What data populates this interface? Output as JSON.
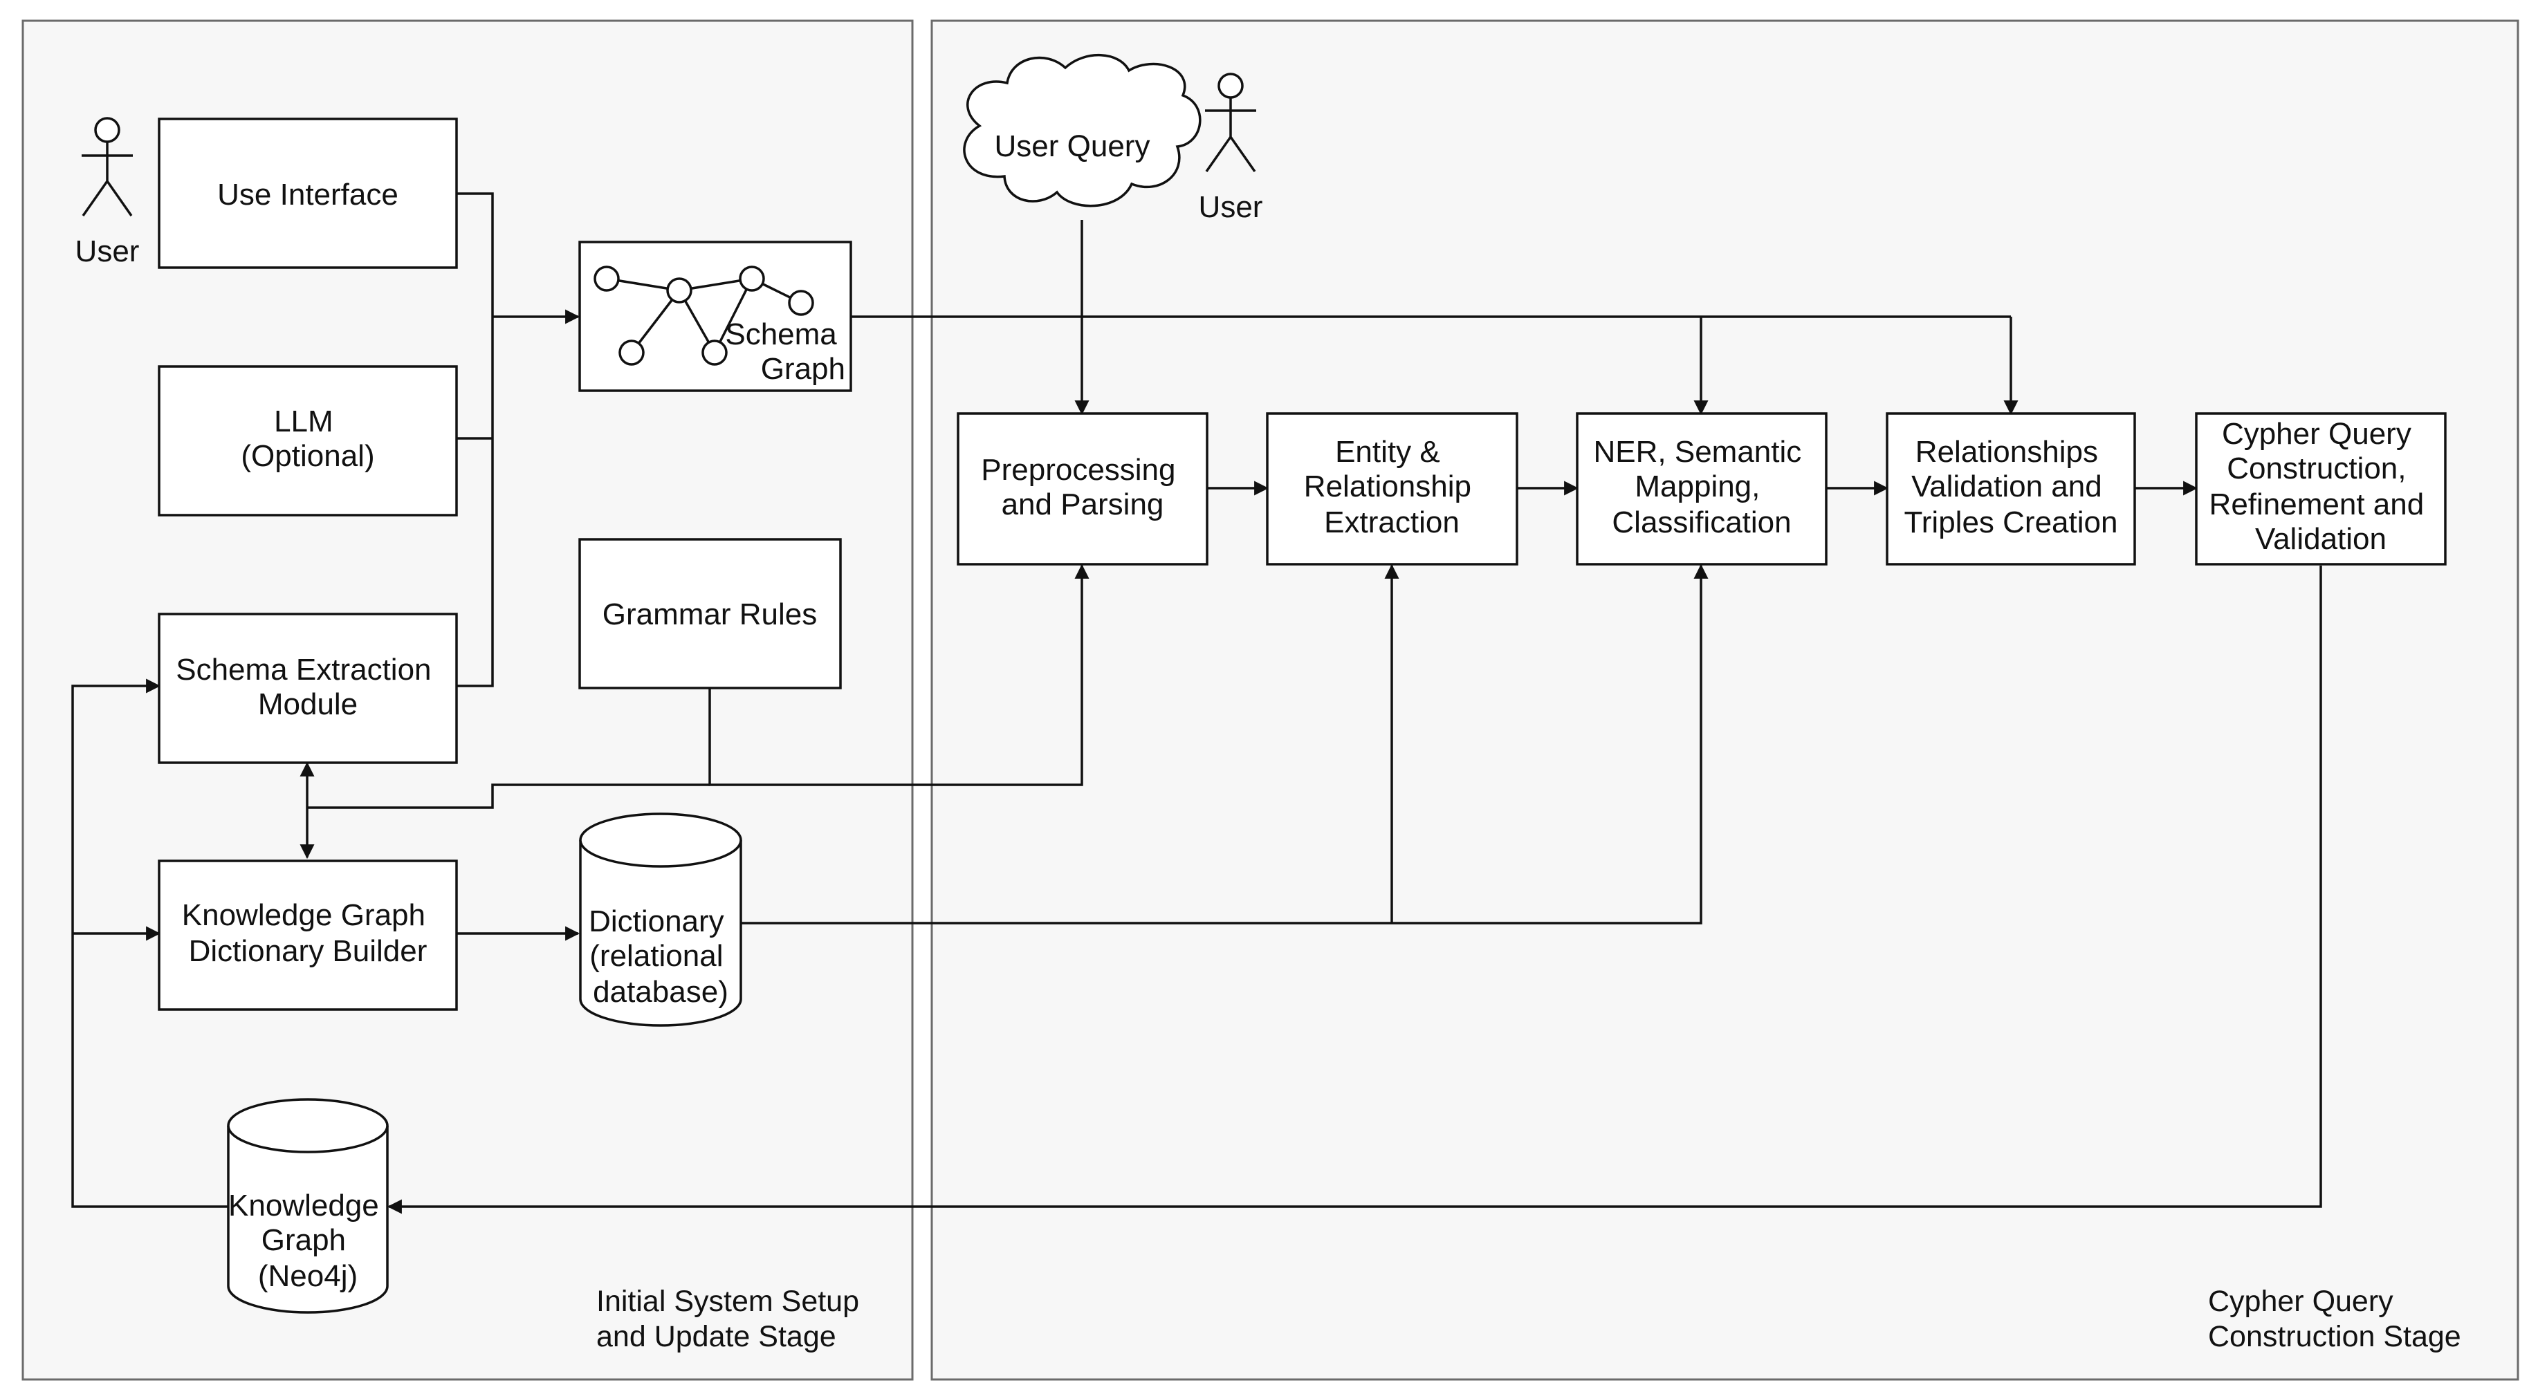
{
  "stages": {
    "setup": [
      "Initial System Setup",
      "and Update Stage"
    ],
    "query": [
      "Cypher Query",
      "Construction Stage"
    ]
  },
  "actors": {
    "setup_user": "User",
    "query_user": "User"
  },
  "nodes": {
    "use_interface": [
      "Use Interface"
    ],
    "llm": [
      "LLM",
      "(Optional)"
    ],
    "schema_extraction": [
      "Schema Extraction",
      "Module"
    ],
    "kg_dictionary_builder": [
      "Knowledge Graph",
      "Dictionary Builder"
    ],
    "schema_graph": [
      "Schema",
      "Graph"
    ],
    "grammar_rules": [
      "Grammar Rules"
    ],
    "dictionary_db": [
      "Dictionary",
      "(relational",
      "database)"
    ],
    "knowledge_graph_db": [
      "Knowledge",
      "Graph",
      "(Neo4j)"
    ],
    "user_query": [
      "User Query"
    ],
    "preprocessing": [
      "Preprocessing",
      "and Parsing"
    ],
    "entity_extraction": [
      "Entity &",
      "Relationship",
      "Extraction"
    ],
    "ner_mapping": [
      "NER, Semantic",
      "Mapping,",
      "Classification"
    ],
    "relationships_validation": [
      "Relationships",
      "Validation and",
      "Triples Creation"
    ],
    "cypher_construction": [
      "Cypher Query",
      "Construction,",
      "Refinement and",
      "Validation"
    ]
  }
}
